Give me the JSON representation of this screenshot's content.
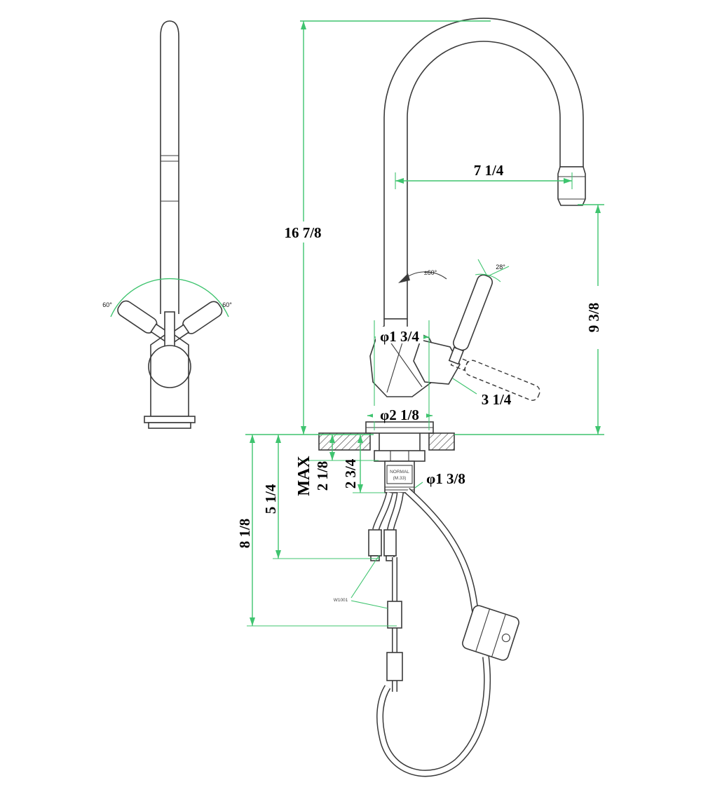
{
  "diagram": {
    "kind": "kitchen pull-down faucet installation dimension drawing",
    "colors": {
      "drawing_line": "#3a3a3a",
      "dimension_line": "#3fc46f",
      "text": "#000000"
    },
    "dims": {
      "overall_height": "16 7/8",
      "spout_reach": "7 1/4",
      "spout_outlet_height": "9 3/8",
      "handle_length": "3 1/4",
      "body_diameter": "φ1 3/4",
      "escutcheon_diameter": "φ2 1/8",
      "shank_diameter": "φ1 3/8",
      "max_label": "MAX",
      "max_deck_thickness": "2 1/8",
      "shank_length": "2 3/4",
      "supply_hose_drop": "5 1/4",
      "pulldown_hose_drop": "8 1/8"
    },
    "angles": {
      "handle_swing_left": "60°",
      "handle_swing_right": "60°",
      "spout_swivel": "±60°",
      "handle_tilt": "28°"
    },
    "notes": {
      "hose_note": "W1001",
      "shank_label_line1": "NORMAL",
      "shank_label_line2": "(M.33)"
    }
  }
}
